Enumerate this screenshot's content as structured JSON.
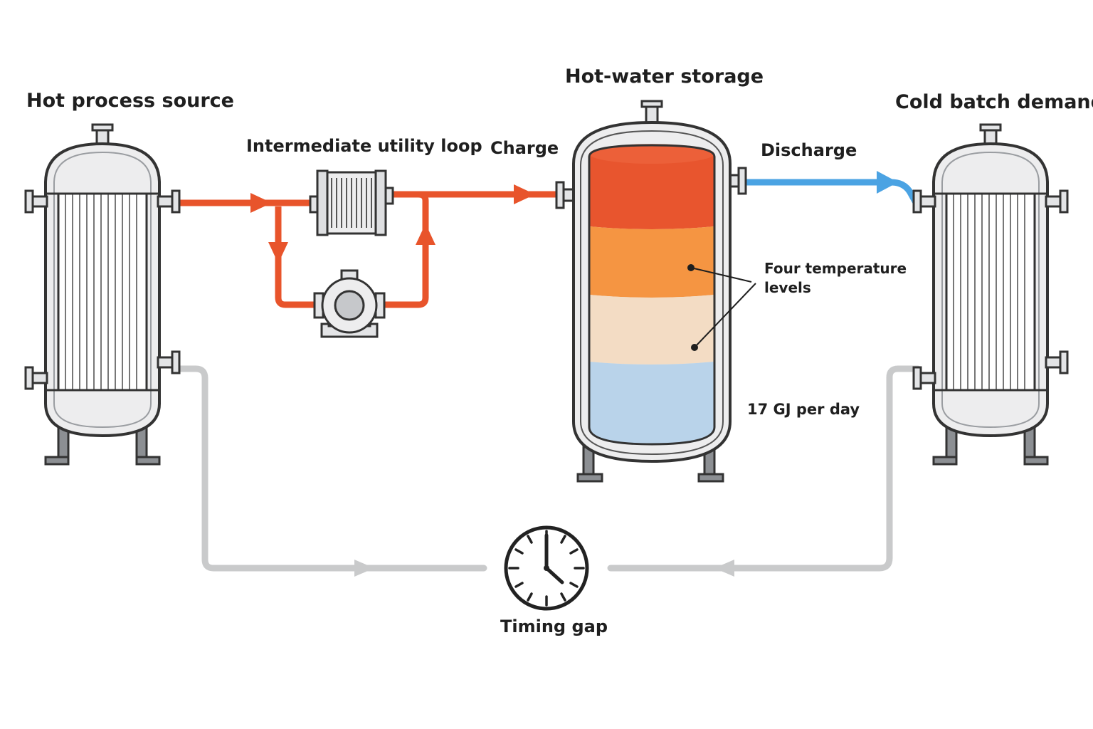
{
  "labels": {
    "source": "Hot process source",
    "loop": "Intermediate utility loop",
    "storage": "Hot-water storage",
    "demand": "Cold batch demand",
    "charge": "Charge",
    "discharge": "Discharge",
    "levels_line1": "Four temperature",
    "levels_line2": "levels",
    "energy": "17 GJ per day",
    "timing": "Timing gap"
  },
  "colors": {
    "hot_flow": "#E8542B",
    "cold_flow": "#4BA3E3",
    "timing_flow": "#C9CACB",
    "tank_layers": [
      "#E8552E",
      "#F59542",
      "#F3DCC4",
      "#B9D3EA"
    ]
  },
  "icons": [
    "shell-and-tube-heat-exchanger",
    "centrifugal-pump",
    "clock-icon"
  ]
}
